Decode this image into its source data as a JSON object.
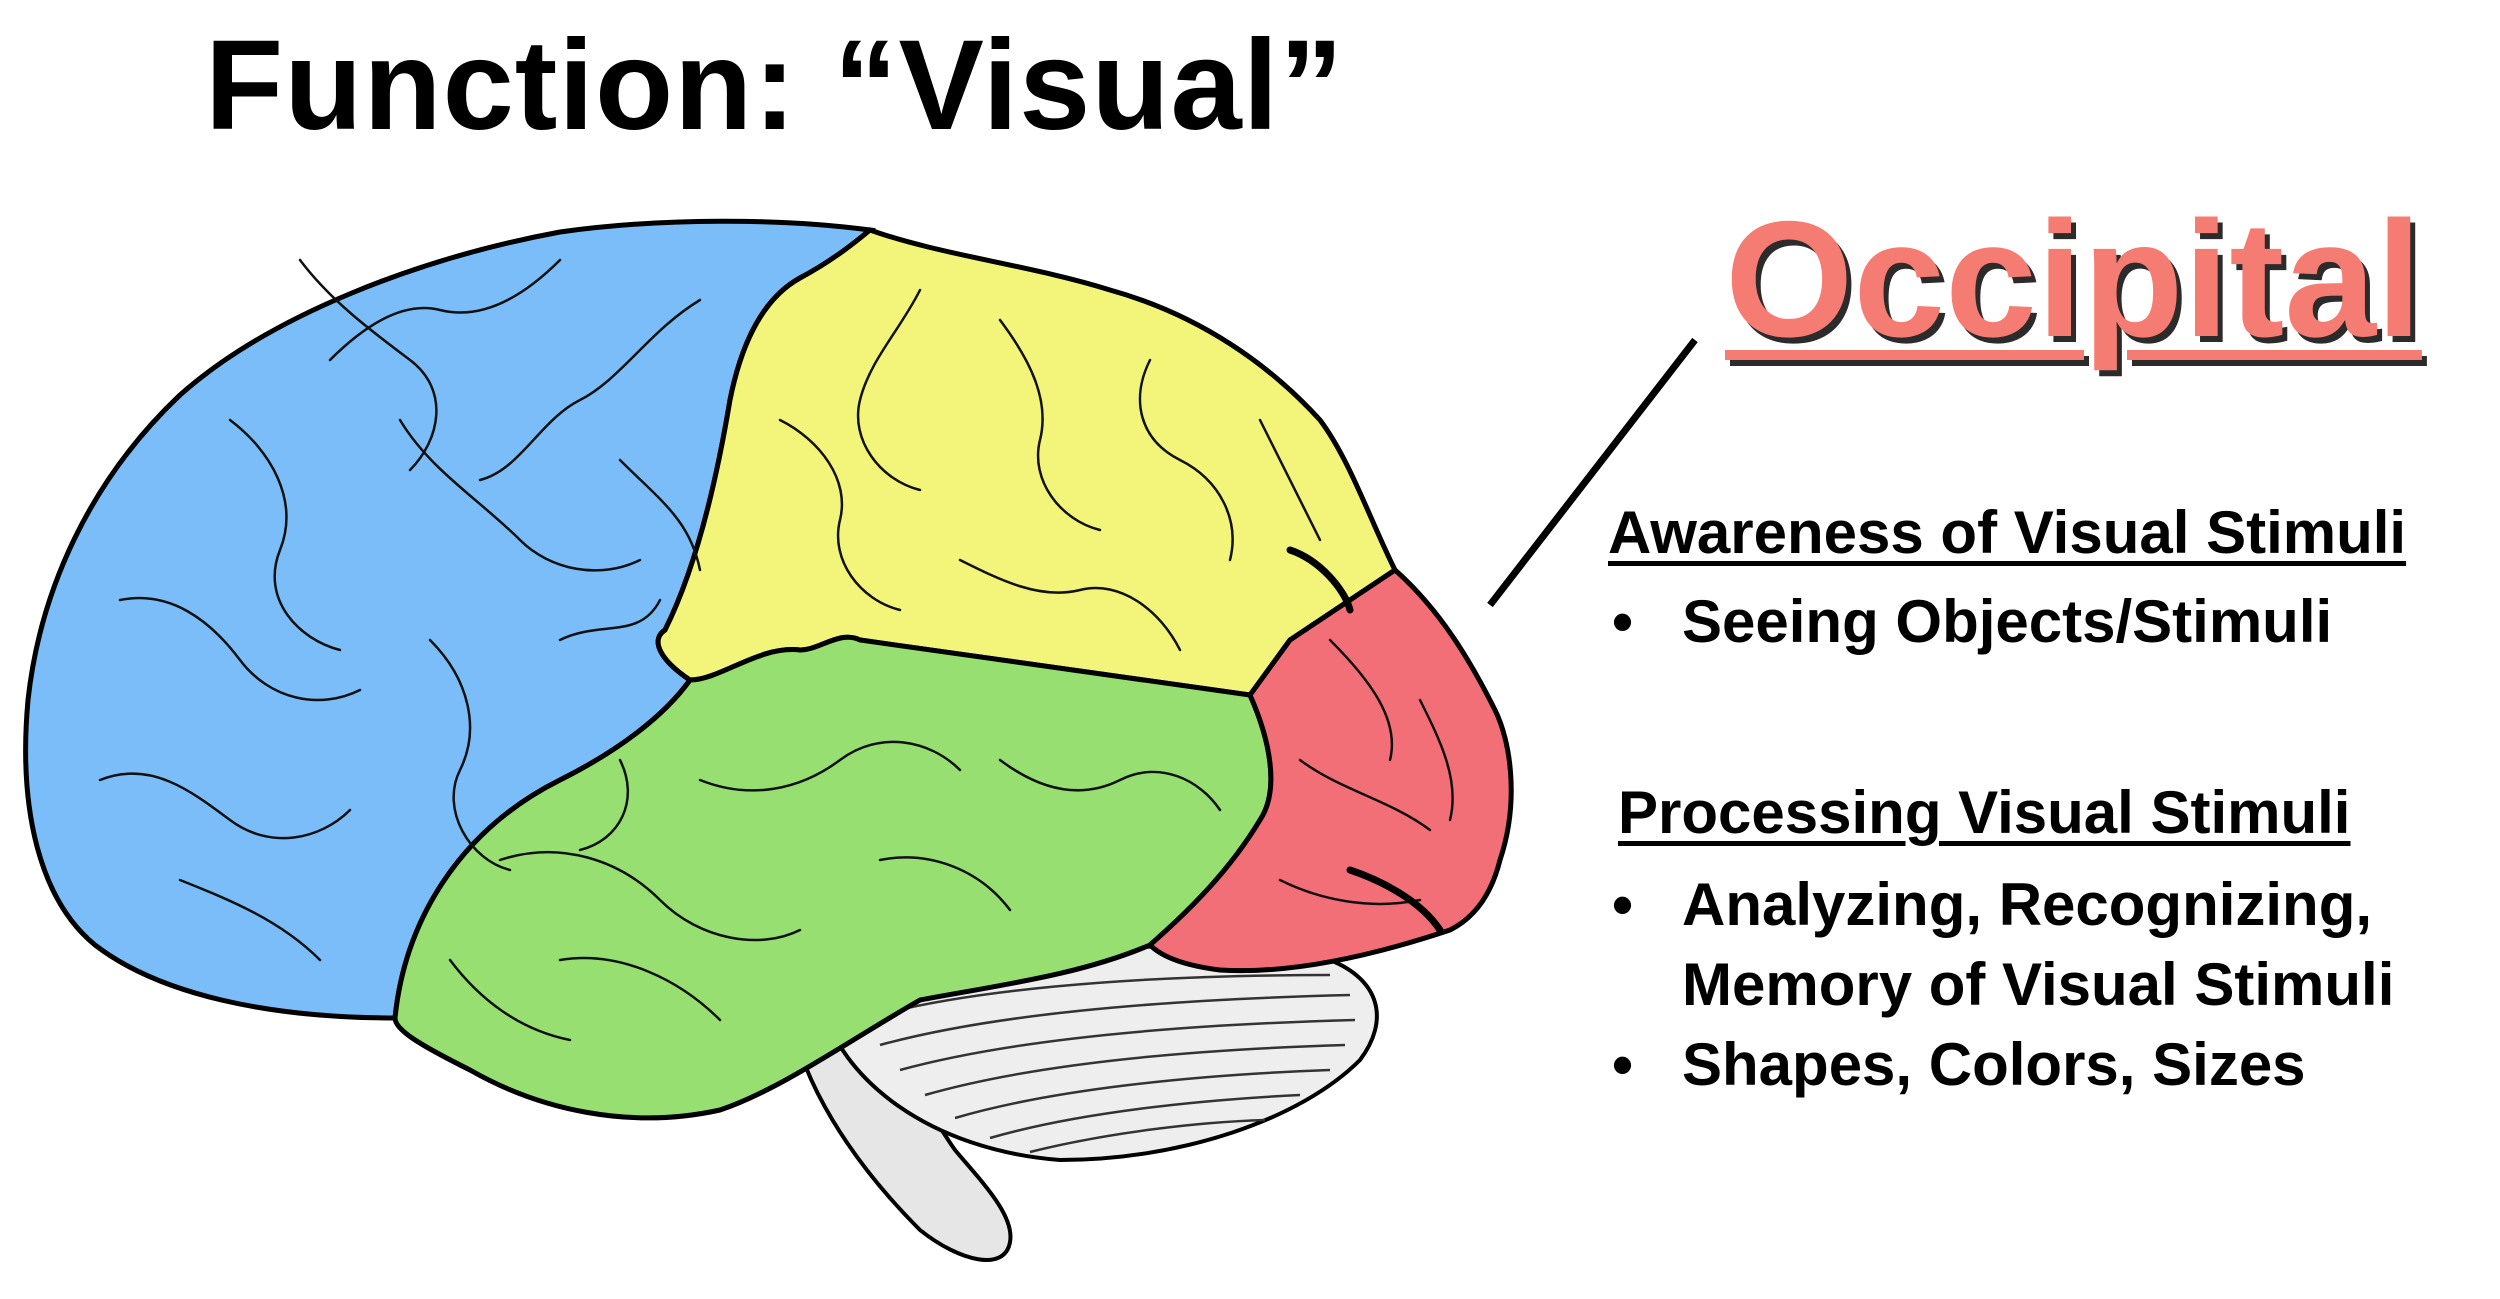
{
  "title": "Function: “Visual”",
  "lobe": {
    "name": "Occipital",
    "color": "#f47c72"
  },
  "regions": {
    "frontal_color": "#7bbdf8",
    "parietal_color": "#f2f57a",
    "temporal_color": "#98df72",
    "occipital_color": "#f36f78",
    "cerebellum_color": "#eeeeee",
    "brainstem_color": "#e6e6e6"
  },
  "sections": [
    {
      "heading": "Awareness of Visual Stimuli",
      "bullets": [
        "Seeing Objects/Stimuli"
      ]
    },
    {
      "heading": "Processing Visual Stimuli",
      "bullets": [
        "Analyzing, Recognizing,",
        "Memory of Visual Stimuli",
        "Shapes, Colors, Sizes"
      ]
    }
  ]
}
